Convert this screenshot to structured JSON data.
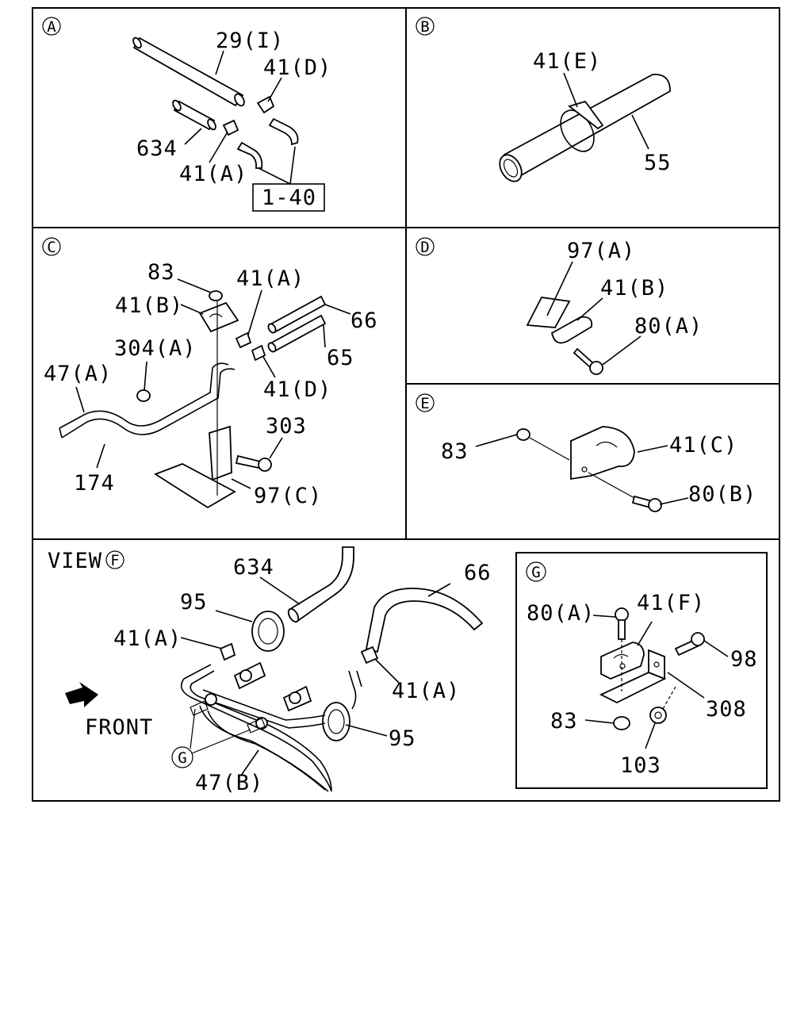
{
  "panels": {
    "A": {
      "letter": "A",
      "labels": [
        "29(I)",
        "41(D)",
        "634",
        "41(A)"
      ],
      "boxed": "1-40"
    },
    "B": {
      "letter": "B",
      "labels": [
        "41(E)",
        "55"
      ]
    },
    "C": {
      "letter": "C",
      "labels": [
        "83",
        "41(A)",
        "41(B)",
        "66",
        "304(A)",
        "65",
        "47(A)",
        "41(D)",
        "303",
        "174",
        "97(C)"
      ]
    },
    "D": {
      "letter": "D",
      "labels": [
        "97(A)",
        "41(B)",
        "80(A)"
      ]
    },
    "E": {
      "letter": "E",
      "labels": [
        "83",
        "41(C)",
        "80(B)"
      ]
    },
    "F": {
      "view_word": "VIEW",
      "letter": "F",
      "labels": [
        "634",
        "66",
        "95",
        "41(A)",
        "41(A)",
        "95",
        "47(B)"
      ],
      "front": "FRONT",
      "g_letter": "G"
    },
    "G": {
      "letter": "G",
      "labels": [
        "80(A)",
        "41(F)",
        "98",
        "308",
        "83",
        "103"
      ]
    }
  }
}
